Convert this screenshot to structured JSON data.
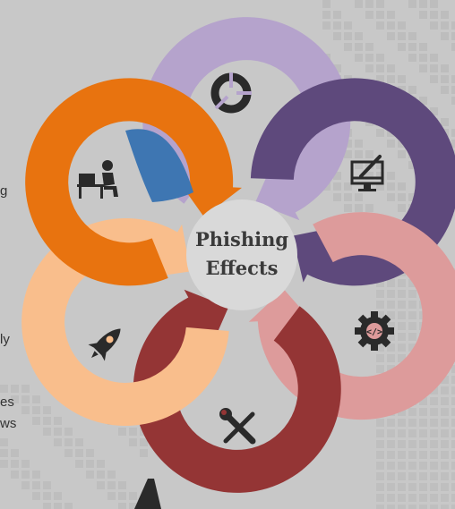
{
  "diagram": {
    "center_title_line1": "Phishing",
    "center_title_line2": "Effects",
    "petals": [
      {
        "name": "lavender",
        "color": "#b5a3cc",
        "icon": "pie-chart-icon"
      },
      {
        "name": "purple",
        "color": "#5e497c",
        "icon": "design-monitor-icon"
      },
      {
        "name": "rose",
        "color": "#dd9b9b",
        "icon": "gear-code-icon"
      },
      {
        "name": "maroon",
        "color": "#943535",
        "icon": "tools-icon"
      },
      {
        "name": "peach",
        "color": "#f9be8c",
        "icon": "rocket-icon"
      },
      {
        "name": "orange",
        "color": "#e8730f",
        "icon": "office-worker-icon"
      }
    ],
    "accent_fin_color": "#3e76b2"
  },
  "cut_text": {
    "fragment_1": "g",
    "fragment_2": "ly",
    "fragment_3": "es",
    "fragment_4": "ws"
  },
  "colors": {
    "background": "#c8c8c8",
    "center_fill": "#d9d9d9",
    "icon_fill": "#2a2a2a"
  }
}
